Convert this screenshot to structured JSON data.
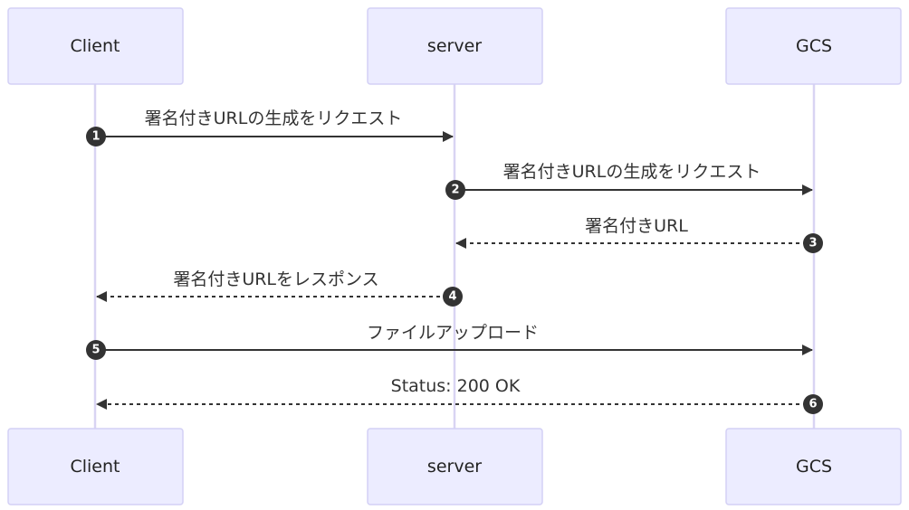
{
  "actors": [
    {
      "id": "client",
      "label": "Client"
    },
    {
      "id": "server",
      "label": "server"
    },
    {
      "id": "gcs",
      "label": "GCS"
    }
  ],
  "messages": [
    {
      "number": "1",
      "from": "client",
      "to": "server",
      "label": "署名付きURLの生成をリクエスト",
      "style": "solid"
    },
    {
      "number": "2",
      "from": "server",
      "to": "gcs",
      "label": "署名付きURLの生成をリクエスト",
      "style": "solid"
    },
    {
      "number": "3",
      "from": "gcs",
      "to": "server",
      "label": "署名付きURL",
      "style": "dashed"
    },
    {
      "number": "4",
      "from": "server",
      "to": "client",
      "label": "署名付きURLをレスポンス",
      "style": "dashed"
    },
    {
      "number": "5",
      "from": "client",
      "to": "gcs",
      "label": "ファイルアップロード",
      "style": "solid"
    },
    {
      "number": "6",
      "from": "gcs",
      "to": "client",
      "label": "Status: 200 OK",
      "style": "dashed"
    }
  ]
}
